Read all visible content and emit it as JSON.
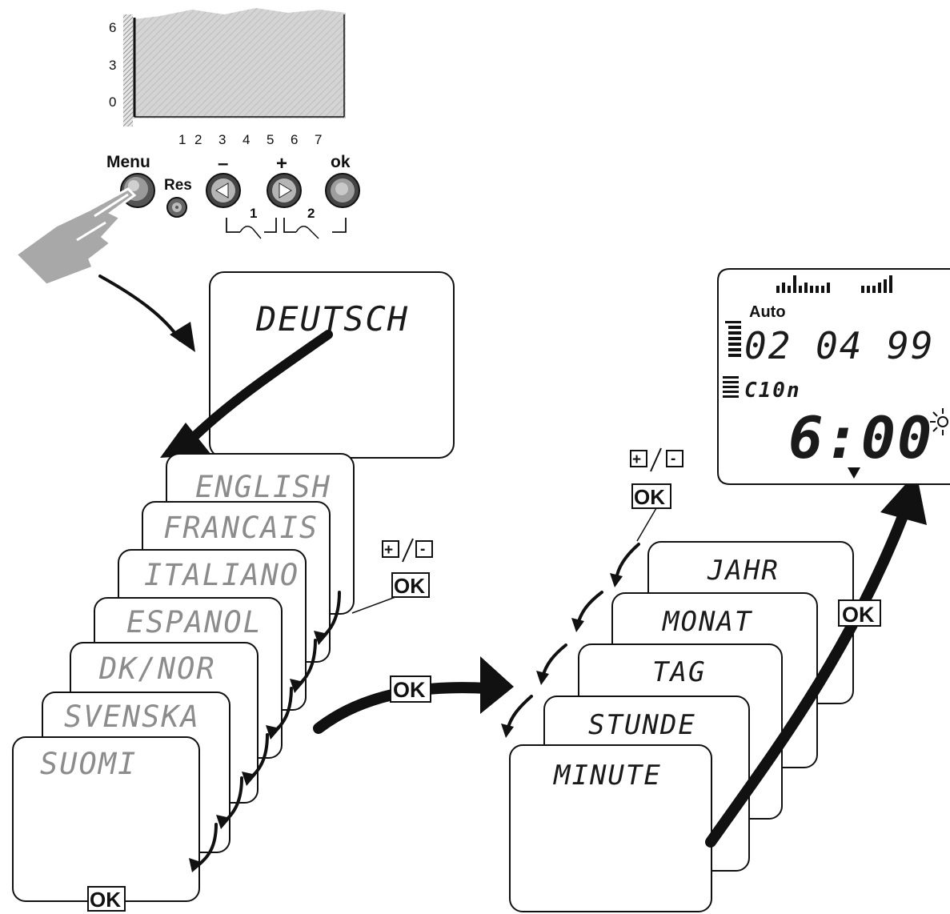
{
  "bar_display": {
    "y_ticks": [
      "6",
      "3",
      "0"
    ],
    "x_ticks": [
      "1",
      "2",
      "3",
      "4",
      "5",
      "6",
      "7"
    ]
  },
  "buttons": {
    "menu": "Menu",
    "res": "Res",
    "minus": "–",
    "plus": "+",
    "ok": "ok",
    "group1": "1",
    "group2": "2"
  },
  "top_screen": "DEUTSCH",
  "languages": [
    "ENGLISH",
    "FRANCAIS",
    "ITALIANO",
    "ESPANOL",
    "DK/NOR",
    "SVENSKA",
    "SUOMI"
  ],
  "date_time_screens": [
    "JAHR",
    "MONAT",
    "TAG",
    "STUNDE",
    "MINUTE"
  ],
  "key_labels": {
    "plus": "+",
    "minus": "-",
    "ok": "OK"
  },
  "final_display": {
    "mode": "Auto",
    "date": "02 04 99",
    "channel": "C10n",
    "time": "6:00"
  },
  "colors": {
    "ink": "#111111",
    "panel_grey": "#c8c8c8",
    "lcd_grey": "#8c8c8c",
    "hand_grey": "#a9a9a9"
  }
}
